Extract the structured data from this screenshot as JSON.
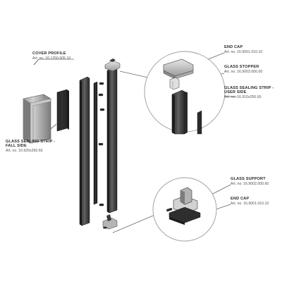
{
  "labels": {
    "cover_profile": {
      "title": "COVER PROFILE",
      "art": "Art. no. 16.1250.005.10"
    },
    "sealing_fall": {
      "title_line1": "GLASS SEALING STRIP -",
      "title_line2": "FALL SIDE",
      "art": "Art. no. 16.920x250.60"
    },
    "end_cap_top": {
      "title": "END CAP",
      "art": "Art. no. 16.9001.010.10"
    },
    "glass_stopper": {
      "title": "GLASS STOPPER",
      "art": "Art. no. 16.9003.000.00"
    },
    "sealing_user": {
      "title_line1": "GLASS SEALING STRIP -",
      "title_line2": "USER SIDE",
      "art": "Art. no. 16.910x250.60"
    },
    "glass_support": {
      "title": "GLASS SUPPORT",
      "art": "Art. no. 16.9002.000.60"
    },
    "end_cap_bottom": {
      "title": "END CAP",
      "art": "Art. no. 16.9001.010.10"
    }
  },
  "colors": {
    "profile_dark": "#3a3a3a",
    "profile_mid": "#6b6b6b",
    "profile_light": "#b9b9b9",
    "cap_light": "#d4d4d4",
    "line": "#222222",
    "circle": "#888888"
  },
  "icons": [
    "profile-assembly",
    "detail-circle-top",
    "detail-circle-bottom",
    "screw-icon"
  ]
}
